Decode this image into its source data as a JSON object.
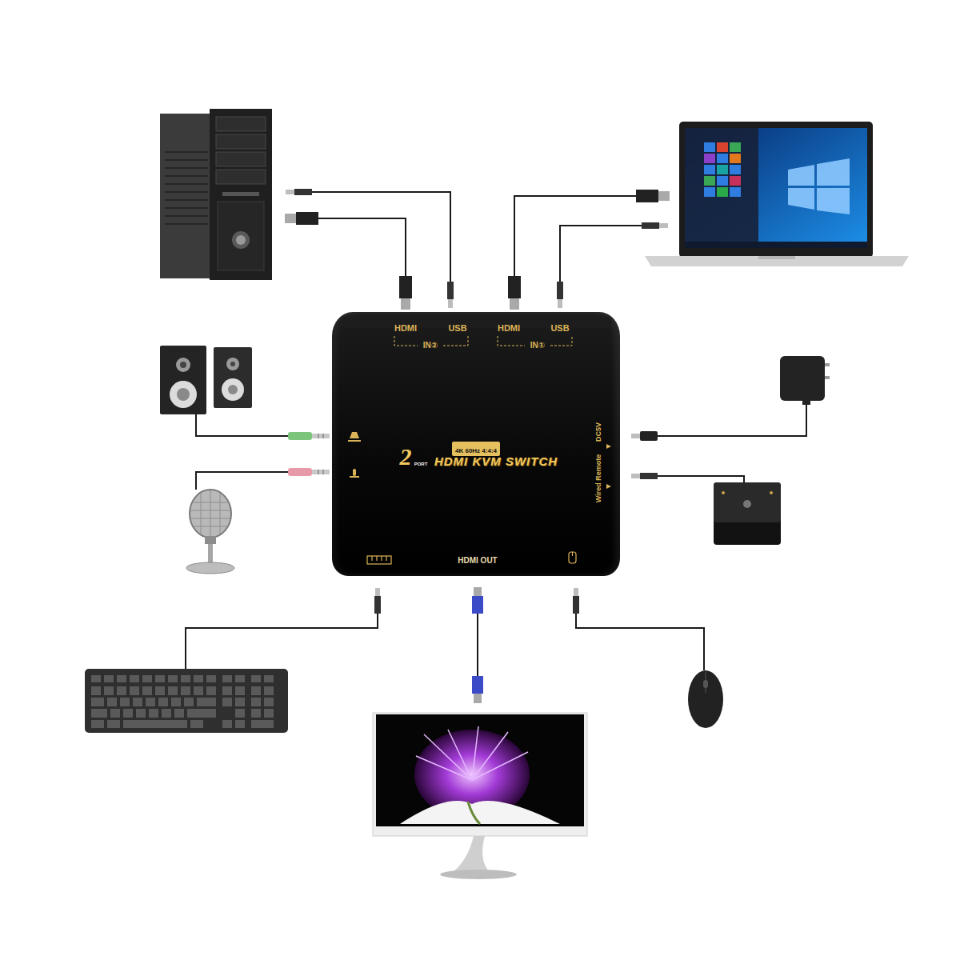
{
  "diagram": {
    "nodes": [
      {
        "text": [
          "HDMI",
          "USB",
          "IN②",
          "HDMI",
          "USB",
          "IN①",
          "2",
          "PORT",
          "HDMI KVM SWITCH",
          "DC5V",
          "Wired Remote",
          "HDMI OUT"
        ]
      },
      {
        "text": [
          "4K 60Hz 4:4:4"
        ],
        "in": 0
      }
    ]
  }
}
